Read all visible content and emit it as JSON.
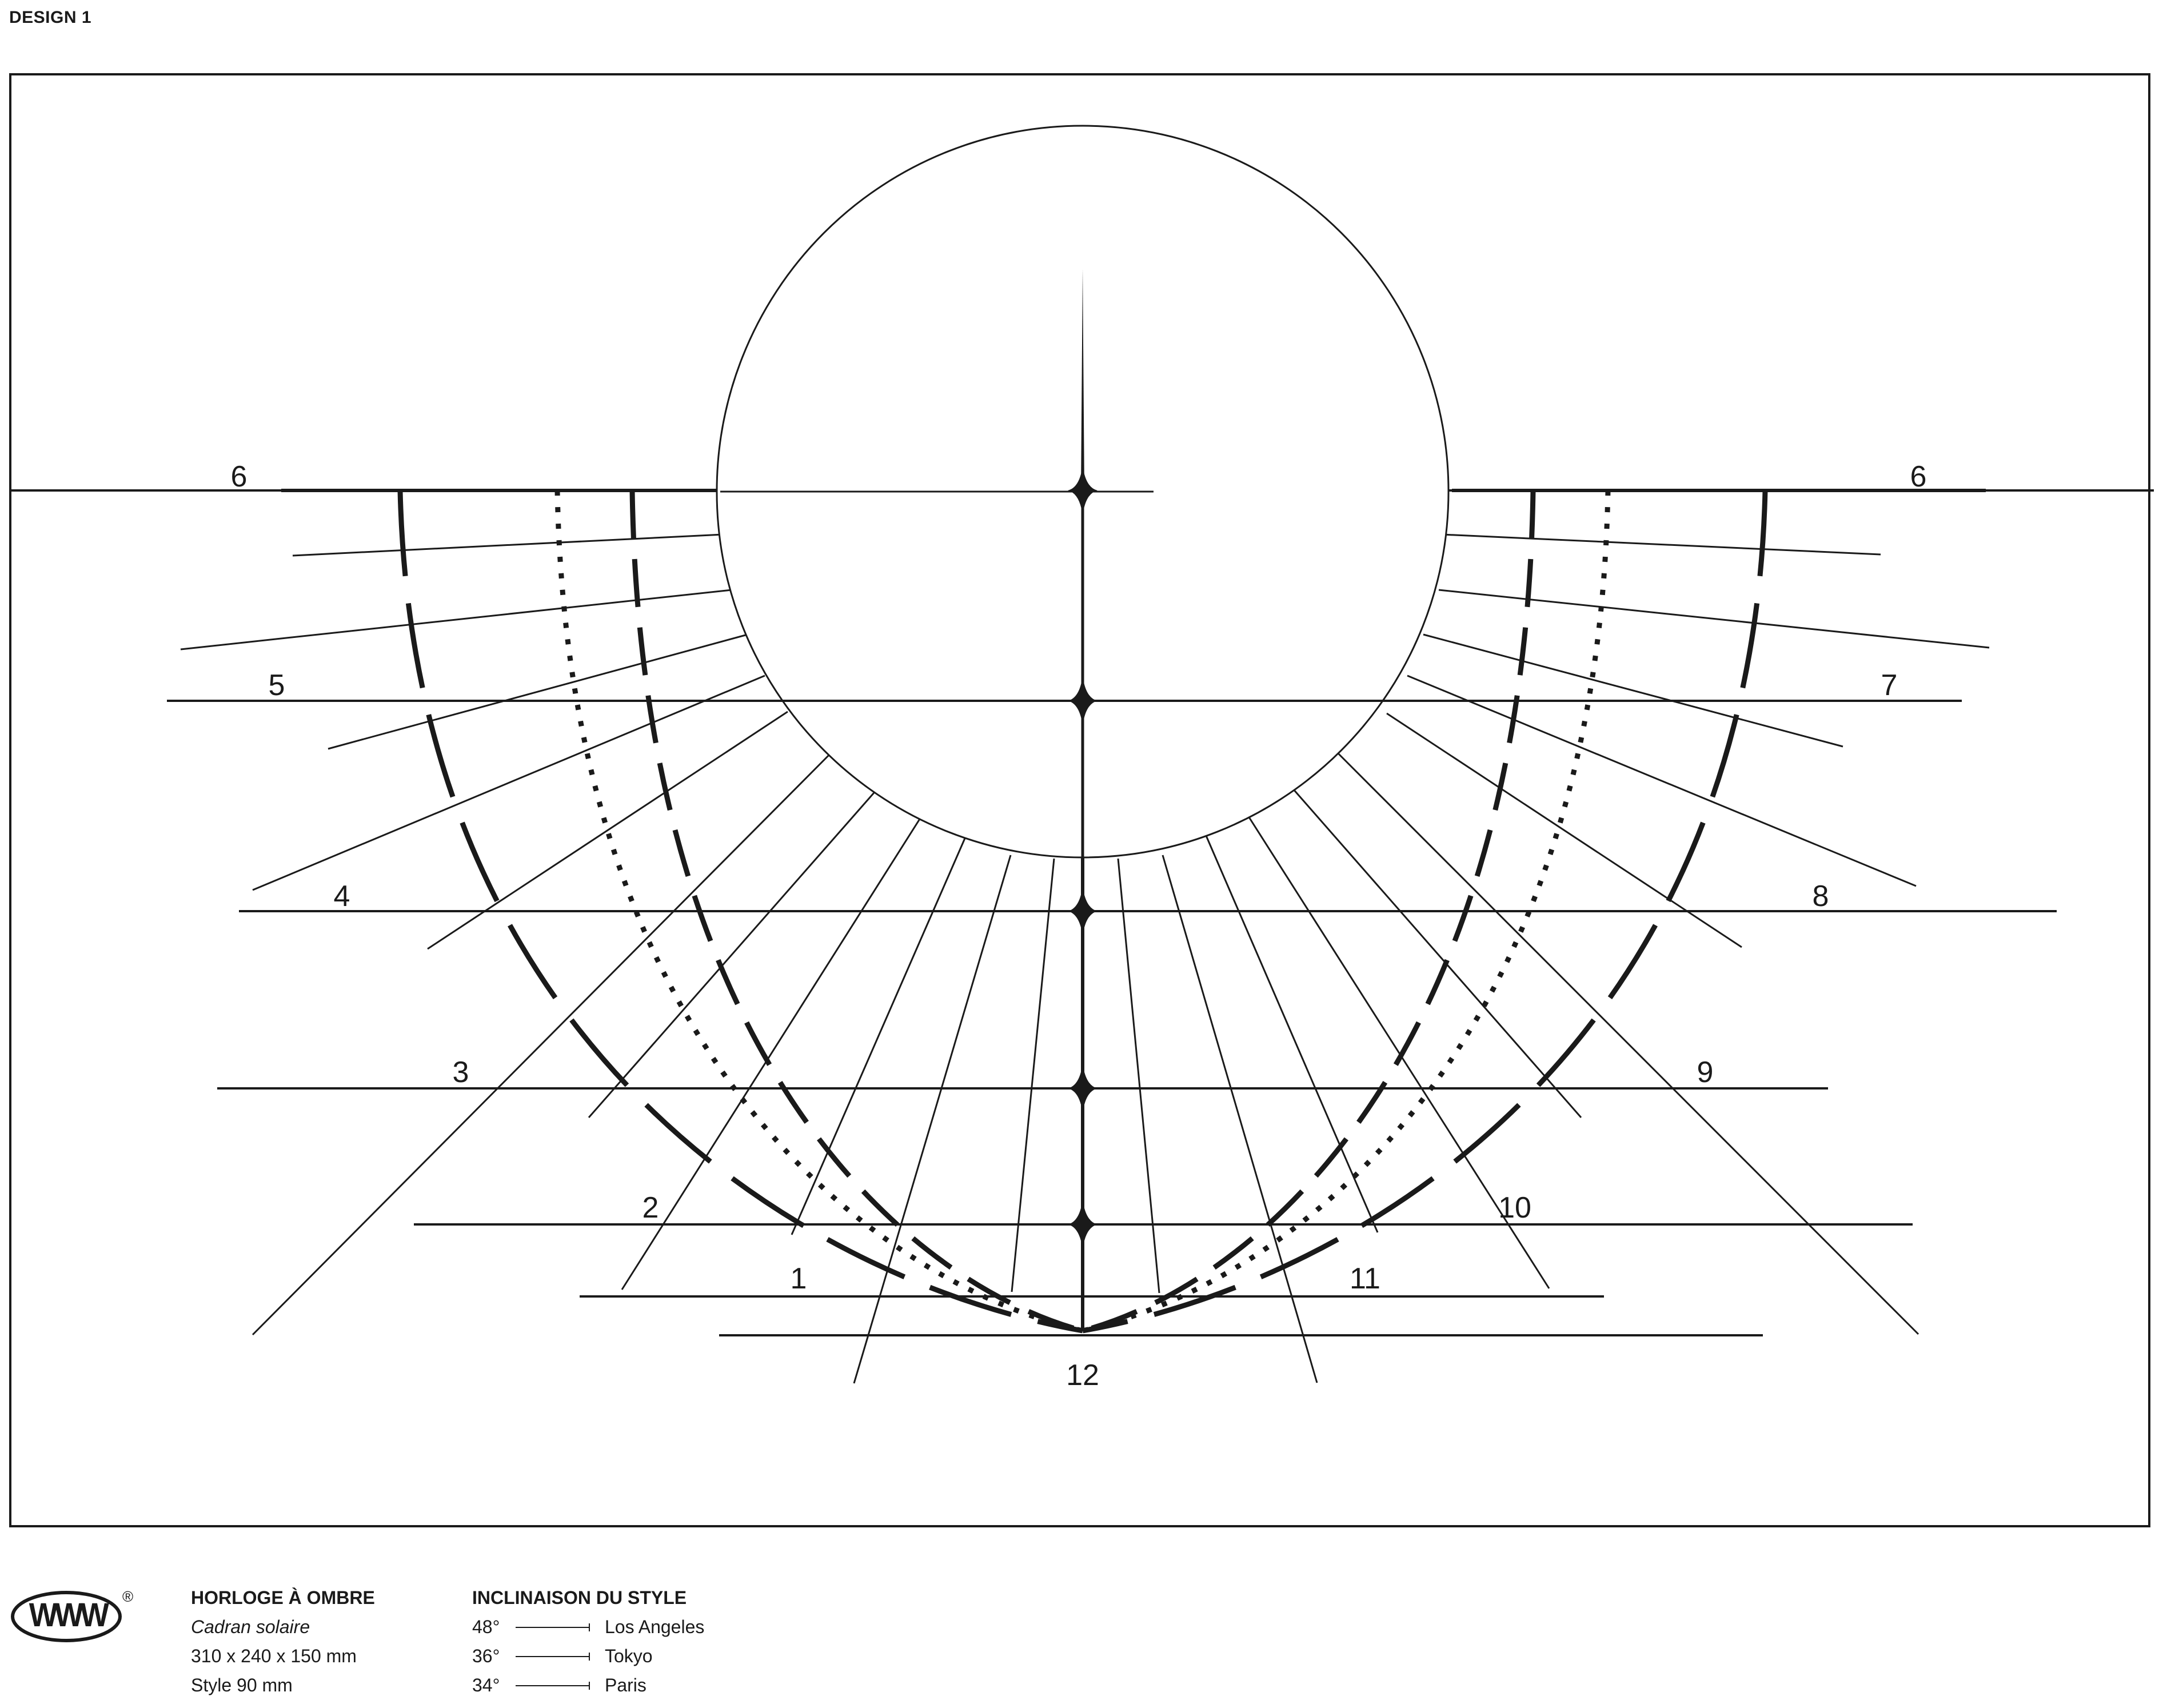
{
  "page": {
    "design_label": "DESIGN 1"
  },
  "dial": {
    "hours_left": [
      "6",
      "5",
      "4",
      "3",
      "2",
      "1"
    ],
    "hours_right": [
      "6",
      "7",
      "8",
      "9",
      "10",
      "11"
    ],
    "noon": "12",
    "curves": [
      "solid-dashed",
      "dotted",
      "long-dashed"
    ],
    "stroke_color": "#1a1a1a"
  },
  "footer": {
    "logo_text": "WWW",
    "logo_mark": "®",
    "product": {
      "title": "HORLOGE À OMBRE",
      "subtitle": "Cadran solaire",
      "dimensions": "310 x 240 x 150 mm",
      "style": "Style 90 mm"
    },
    "inclination": {
      "title": "INCLINAISON DU STYLE",
      "rows": [
        {
          "angle": "48°",
          "city": "Los Angeles"
        },
        {
          "angle": "36°",
          "city": "Tokyo"
        },
        {
          "angle": "34°",
          "city": "Paris"
        }
      ]
    }
  }
}
